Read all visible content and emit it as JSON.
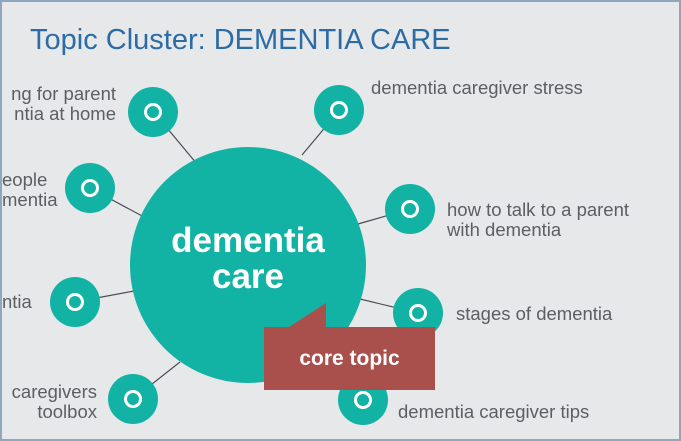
{
  "title": "Topic Cluster: DEMENTIA CARE",
  "core": {
    "label": "dementia\ncare",
    "tag": "core topic"
  },
  "subtopics": [
    {
      "label": "ng for parent\nntia at home"
    },
    {
      "label": "eople\nmentia"
    },
    {
      "label": "ntia"
    },
    {
      "label": "caregivers\ntoolbox"
    },
    {
      "label": "dementia caregiver stress"
    },
    {
      "label": "how to talk to a parent\nwith dementia"
    },
    {
      "label": "stages of dementia"
    },
    {
      "label": "dementia caregiver tips"
    }
  ],
  "colors": {
    "teal": "#12b3a4",
    "tag": "#a9504d",
    "title": "#2b6ca6",
    "text": "#5b5e63",
    "background": "#e7e8ea"
  }
}
